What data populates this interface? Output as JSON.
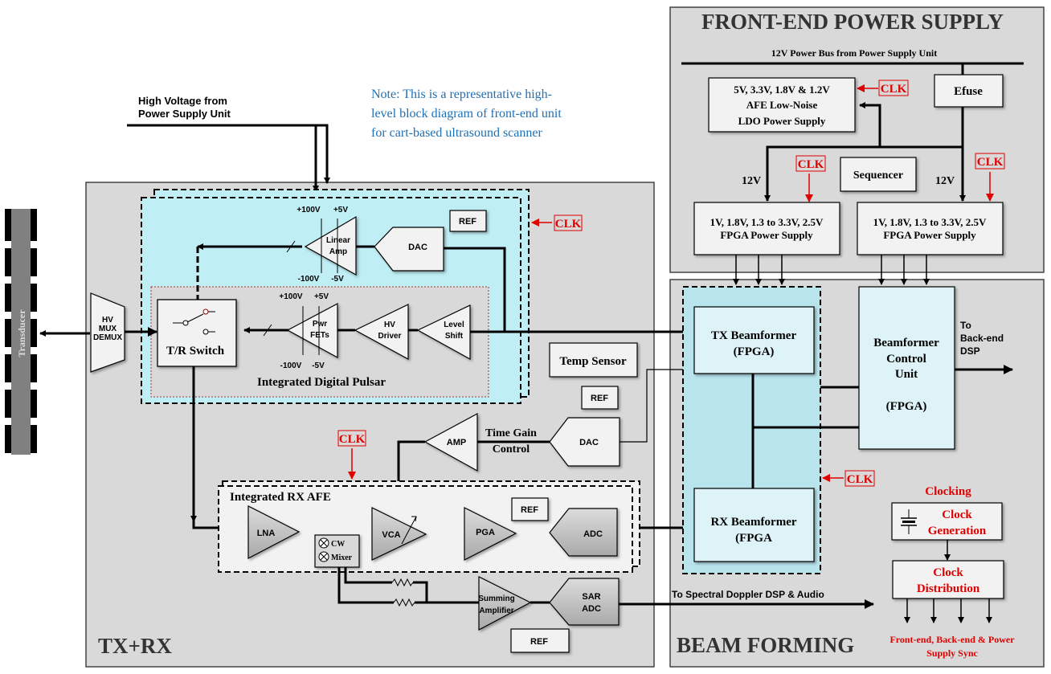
{
  "note": {
    "lines": [
      "Note: This is a representative high-",
      "level block diagram of front-end unit",
      "for cart-based ultrasound scanner"
    ]
  },
  "hv_input": {
    "lines": [
      "High Voltage from",
      "Power Supply Unit"
    ]
  },
  "transducer": {
    "label": "Transducer"
  },
  "clk_label": "CLK",
  "sections": {
    "txrx": {
      "title": "TX+RX"
    },
    "power": {
      "title": "FRONT-END POWER SUPPLY"
    },
    "beam": {
      "title": "BEAM FORMING"
    }
  },
  "txrx": {
    "hv_mux": {
      "lines": [
        "HV",
        "MUX",
        "DEMUX"
      ]
    },
    "tr_switch": {
      "label": "T/R Switch"
    },
    "linear_amp": {
      "lines": [
        "Linear",
        "Amp"
      ],
      "rails_top": [
        "+100V",
        "+5V"
      ],
      "rails_bottom": [
        "-100V",
        "-5V"
      ]
    },
    "tx_dac": {
      "label": "DAC"
    },
    "ref": {
      "label": "REF"
    },
    "pwr_fets": {
      "lines": [
        "Pwr",
        "FETs"
      ],
      "rails_top": [
        "+100V",
        "+5V"
      ],
      "rails_bottom": [
        "-100V",
        "-5V"
      ]
    },
    "hv_driver": {
      "lines": [
        "HV",
        "Driver"
      ]
    },
    "level_shift": {
      "lines": [
        "Level",
        "Shift"
      ]
    },
    "pulsar_title": "Integrated Digital Pulsar",
    "temp_sensor": {
      "label": "Temp Sensor"
    },
    "tgc": {
      "amp": "AMP",
      "lines": [
        "Time Gain",
        "Control"
      ],
      "dac": "DAC"
    },
    "rx_afe": {
      "title": "Integrated RX AFE",
      "lna": "LNA",
      "vca": "VCA",
      "pga": "PGA",
      "adc": "ADC",
      "mixer_lines": [
        "CW",
        "Mixer"
      ]
    },
    "summing_amp": {
      "lines": [
        "Summing",
        "Amplifier"
      ]
    },
    "sar_adc": {
      "lines": [
        "SAR",
        "ADC"
      ]
    }
  },
  "power": {
    "bus_label": "12V Power Bus from Power Supply Unit",
    "ldo": {
      "lines": [
        "5V, 3.3V, 1.8V & 1.2V",
        "AFE Low-Noise",
        "LDO Power Supply"
      ]
    },
    "efuse": "Efuse",
    "sequencer": "Sequencer",
    "rail_label": "12V",
    "fpga_ps": {
      "lines": [
        "1V, 1.8V, 1.3 to 3.3V, 2.5V",
        "FPGA Power Supply"
      ]
    }
  },
  "beam": {
    "tx_bf": {
      "lines": [
        "TX Beamformer",
        "(FPGA)"
      ]
    },
    "rx_bf": {
      "lines": [
        "RX Beamformer",
        "(FPGA"
      ]
    },
    "bcu": {
      "lines": [
        "Beamformer",
        "Control",
        "Unit",
        "",
        "(FPGA)"
      ]
    },
    "to_backend": {
      "lines": [
        "To",
        "Back-end",
        "DSP"
      ]
    },
    "doppler": "To Spectral Doppler DSP & Audio",
    "clocking": {
      "title": "Clocking",
      "gen": [
        "Clock",
        "Generation"
      ],
      "dist": [
        "Clock",
        "Distribution"
      ],
      "sync": [
        "Front-end, Back-end & Power",
        "Supply Sync"
      ]
    }
  }
}
